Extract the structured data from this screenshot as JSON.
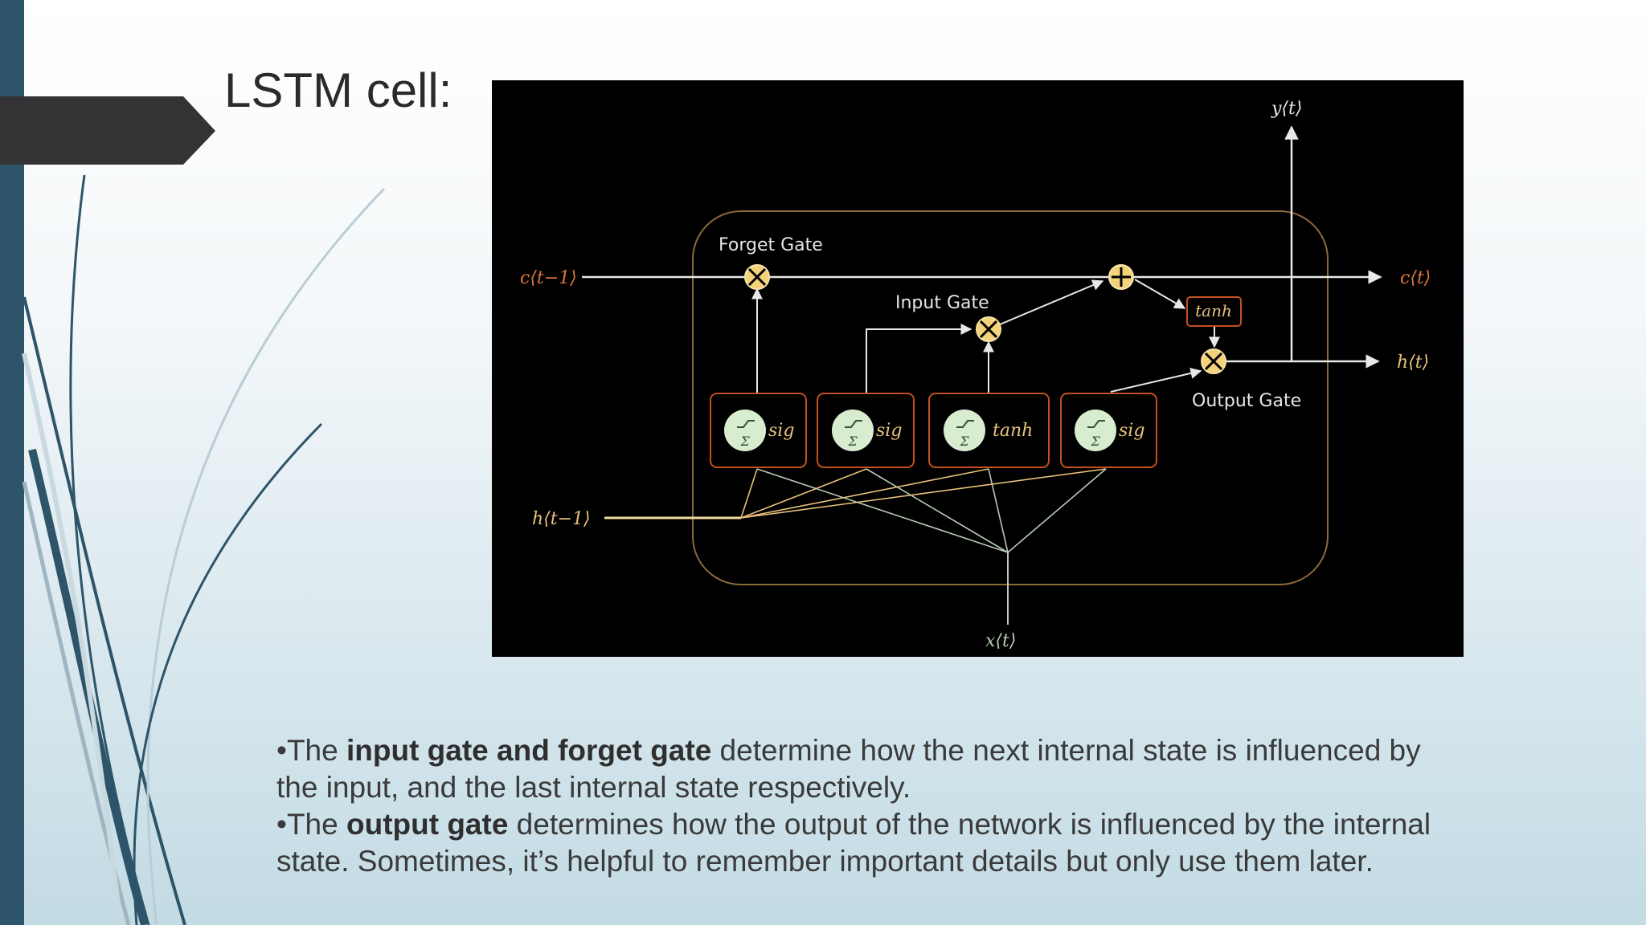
{
  "slide": {
    "title": "LSTM cell:"
  },
  "diagram": {
    "labels": {
      "forget_gate": "Forget Gate",
      "input_gate": "Input Gate",
      "output_gate": "Output Gate",
      "c_prev": "c⟨t−1⟩",
      "c_next": "c⟨t⟩",
      "h_prev": "h⟨t−1⟩",
      "h_next": "h⟨t⟩",
      "y_out": "y⟨t⟩",
      "x_in": "x⟨t⟩",
      "tanh_box": "tanh"
    },
    "units": [
      {
        "activation": "sig",
        "symbol": "Σ"
      },
      {
        "activation": "sig",
        "symbol": "Σ"
      },
      {
        "activation": "tanh",
        "symbol": "Σ"
      },
      {
        "activation": "sig",
        "symbol": "Σ"
      }
    ],
    "colors": {
      "background": "#000000",
      "cell_border": "#8a6a3a",
      "unit_border": "#c4501e",
      "neuron_fill": "#d8eccf",
      "label_warm": "#e8c27a",
      "label_orange": "#e0773a"
    }
  },
  "body": {
    "p1_bullet": "•The ",
    "p1_bold": "input gate and forget gate",
    "p1_rest": " determine how the next internal state is influenced by the input, and the last internal state respectively.",
    "p2_bullet": "•The ",
    "p2_bold": "output gate",
    "p2_rest": " determines how the output of the network is influenced by the internal state. Sometimes, it’s helpful to remember important details but only use them later."
  }
}
